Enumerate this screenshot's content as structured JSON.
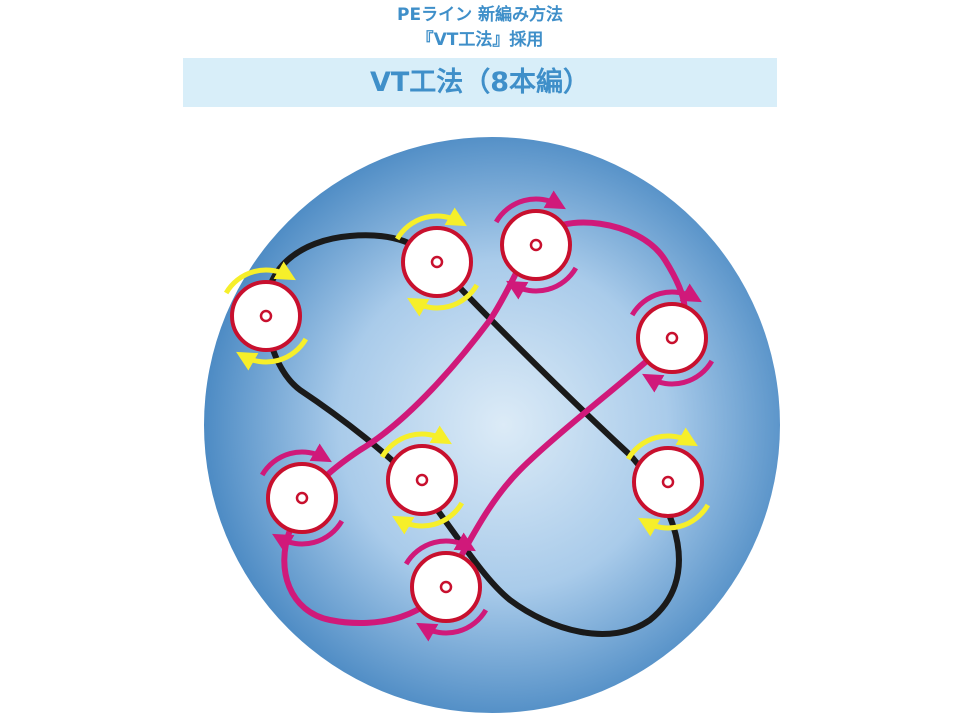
{
  "header": {
    "line1": "PEライン 新編み方法",
    "line2": "『VT工法』採用",
    "banner": "VT工法（8本編）"
  },
  "colors": {
    "heading_text": "#3f8fc9",
    "banner_background": "#d8eef9",
    "circle_center": "#dcebf7",
    "circle_edge": "#4d8bc4",
    "black_strand": "#1a1a1a",
    "pink_strand": "#d0197a",
    "spool_ring": "#c8102e",
    "spool_fill": "#ffffff",
    "black_rotation_arrow": "#f6ef2a",
    "pink_rotation_arrow": "#d0197a"
  },
  "diagram": {
    "black_strand_icon": "figure-eight-path",
    "pink_strand_icon": "figure-eight-path",
    "spool_icon": "carrier-bobbin",
    "arrow_icon": "rotation-arrow"
  }
}
